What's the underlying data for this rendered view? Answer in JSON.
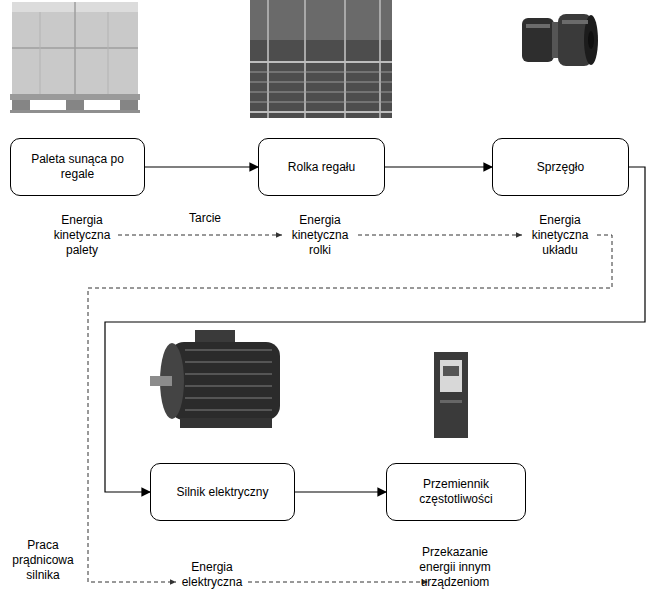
{
  "diagram": {
    "nodes": [
      {
        "text": [
          "Paleta sunąca po regale"
        ]
      },
      {
        "text": [
          "Rolka regału"
        ]
      },
      {
        "text": [
          "Sprzęgło"
        ]
      },
      {
        "text": [
          "Silnik elektryczny"
        ]
      },
      {
        "text": [
          "Przemiennik częstotliwości"
        ]
      }
    ],
    "edges": [
      {
        "from": 0,
        "to": 1,
        "arrow": "to"
      },
      {
        "from": 1,
        "to": 2,
        "arrow": "to"
      },
      {
        "from": 2,
        "to": 3,
        "arrow": "to"
      },
      {
        "from": 3,
        "to": 4,
        "arrow": "to"
      }
    ],
    "labels": [
      "Energia kinetyczna palety",
      "Tarcie",
      "Energia kinetyczna rolki",
      "Energia kinetyczna układu",
      "Praca prądnicowa silnika",
      "Energia elektryczna",
      "Przekazanie energii innym urządzeniom"
    ]
  }
}
